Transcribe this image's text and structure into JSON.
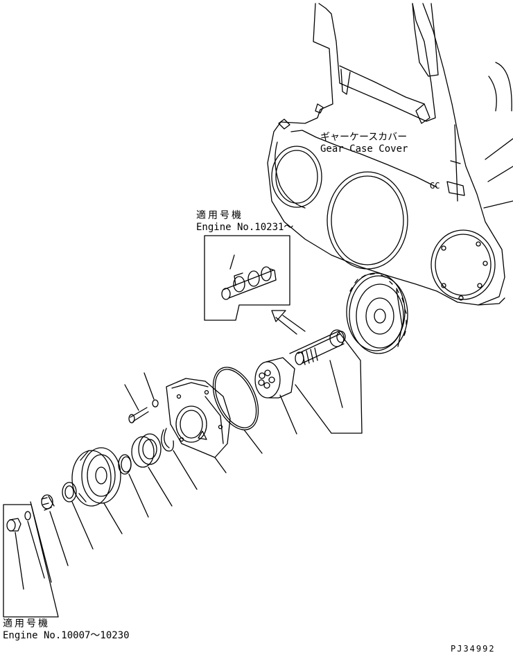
{
  "gear_case_cover": {
    "label_jp": "ギャーケースカバー",
    "label_en": "Gear Case Cover",
    "marking": "GC"
  },
  "inset_upper": {
    "title_jp": "適用号機",
    "engine_range": "Engine No.10231～"
  },
  "inset_lower": {
    "title_jp": "適用号機",
    "engine_range": "Engine No.10007～10230"
  },
  "drawing_code": "PJ34992"
}
